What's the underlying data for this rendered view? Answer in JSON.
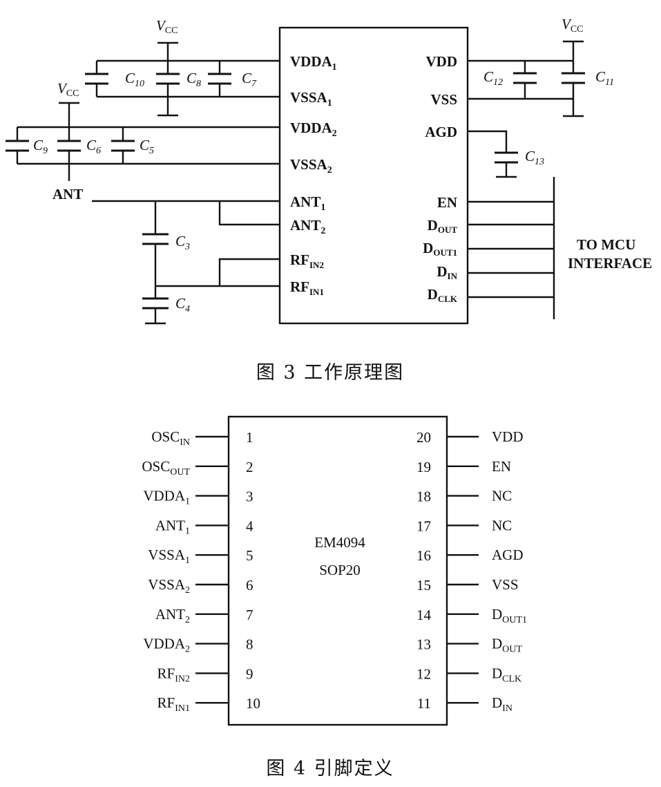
{
  "fig3": {
    "caption": "图 3   工作原理图",
    "vcc": "V",
    "vcc_sub": "CC",
    "ant": "ANT",
    "to_mcu_1": "TO MCU",
    "to_mcu_2": "INTERFACE",
    "left_pins": [
      {
        "main": "VDDA",
        "sub": "1"
      },
      {
        "main": "VSSA",
        "sub": "1"
      },
      {
        "main": "VDDA",
        "sub": "2"
      },
      {
        "main": "VSSA",
        "sub": "2"
      },
      {
        "main": "ANT",
        "sub": "1"
      },
      {
        "main": "ANT",
        "sub": "2"
      },
      {
        "main": "RF",
        "sub": "IN2"
      },
      {
        "main": "RF",
        "sub": "IN1"
      }
    ],
    "right_pins": [
      {
        "main": "VDD",
        "sub": ""
      },
      {
        "main": "VSS",
        "sub": ""
      },
      {
        "main": "AGD",
        "sub": ""
      },
      {
        "main": "EN",
        "sub": ""
      },
      {
        "main": "D",
        "sub": "OUT"
      },
      {
        "main": "D",
        "sub": "OUT1"
      },
      {
        "main": "D",
        "sub": "IN"
      },
      {
        "main": "D",
        "sub": "CLK"
      }
    ],
    "capacitors": [
      {
        "main": "C",
        "sub": "10"
      },
      {
        "main": "C",
        "sub": "8"
      },
      {
        "main": "C",
        "sub": "7"
      },
      {
        "main": "C",
        "sub": "12"
      },
      {
        "main": "C",
        "sub": "11"
      },
      {
        "main": "C",
        "sub": "9"
      },
      {
        "main": "C",
        "sub": "6"
      },
      {
        "main": "C",
        "sub": "5"
      },
      {
        "main": "C",
        "sub": "13"
      },
      {
        "main": "C",
        "sub": "3"
      },
      {
        "main": "C",
        "sub": "4"
      }
    ]
  },
  "fig4": {
    "caption": "图 4   引脚定义",
    "chip_name": "EM4094",
    "package": "SOP20",
    "left": [
      {
        "num": "1",
        "main": "OSC",
        "sub": "IN"
      },
      {
        "num": "2",
        "main": "OSC",
        "sub": "OUT"
      },
      {
        "num": "3",
        "main": "VDDA",
        "sub": "1"
      },
      {
        "num": "4",
        "main": "ANT",
        "sub": "1"
      },
      {
        "num": "5",
        "main": "VSSA",
        "sub": "1"
      },
      {
        "num": "6",
        "main": "VSSA",
        "sub": "2"
      },
      {
        "num": "7",
        "main": "ANT",
        "sub": "2"
      },
      {
        "num": "8",
        "main": "VDDA",
        "sub": "2"
      },
      {
        "num": "9",
        "main": "RF",
        "sub": "IN2"
      },
      {
        "num": "10",
        "main": "RF",
        "sub": "IN1"
      }
    ],
    "right": [
      {
        "num": "20",
        "main": "VDD",
        "sub": ""
      },
      {
        "num": "19",
        "main": "EN",
        "sub": ""
      },
      {
        "num": "18",
        "main": "NC",
        "sub": ""
      },
      {
        "num": "17",
        "main": "NC",
        "sub": ""
      },
      {
        "num": "16",
        "main": "AGD",
        "sub": ""
      },
      {
        "num": "15",
        "main": "VSS",
        "sub": ""
      },
      {
        "num": "14",
        "main": "D",
        "sub": "OUT1"
      },
      {
        "num": "13",
        "main": "D",
        "sub": "OUT"
      },
      {
        "num": "12",
        "main": "D",
        "sub": "CLK"
      },
      {
        "num": "11",
        "main": "D",
        "sub": "IN"
      }
    ]
  }
}
